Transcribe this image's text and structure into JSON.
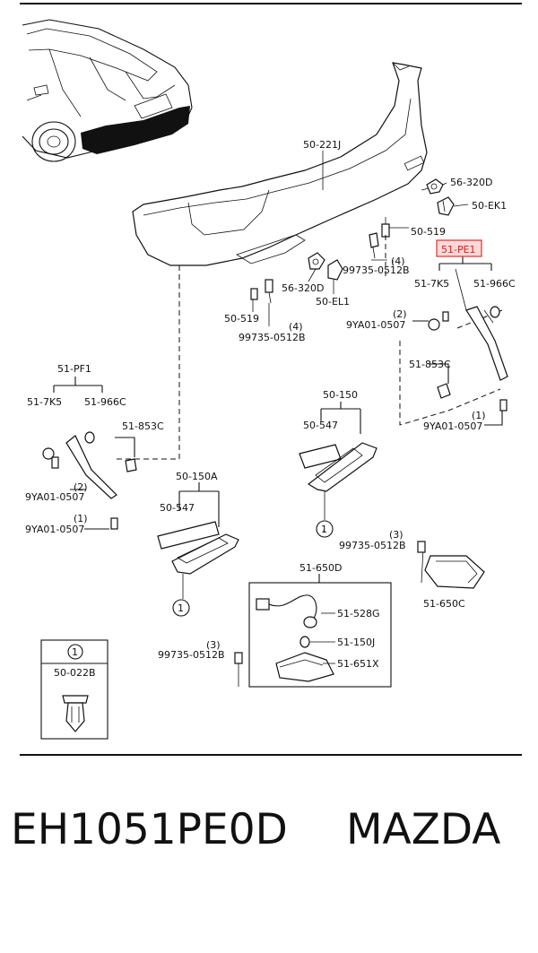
{
  "parts": {
    "bumper": "50-221J",
    "bracket_right_upper": "56-320D",
    "clip_right_upper": "50-EK1",
    "screw_right": "50-519",
    "highlighted": "51-PE1",
    "screw_7k5_right": "51-7K5",
    "cover_966c_right": "51-966C",
    "qty_9ya_right_upper": "(2)",
    "bolt_9ya_right_upper": "9YA01-0507",
    "nut_853c_right": "51-853C",
    "qty_9ya_right_lower": "(1)",
    "bolt_9ya_right_lower": "9YA01-0507",
    "qty_99735_center": "(4)",
    "screw_99735_center": "99735-0512B",
    "bracket_left_upper": "56-320D",
    "clip_left_upper": "50-EL1",
    "screw_left": "50-519",
    "qty_99735_left": "(4)",
    "screw_99735_left": "99735-0512B",
    "left_group_label": "51-PF1",
    "screw_7k5_left": "51-7K5",
    "cover_966c_left": "51-966C",
    "nut_853c_left": "51-853C",
    "qty_9ya_left_upper": "(2)",
    "bolt_9ya_left_upper": "9YA01-0507",
    "qty_9ya_left_lower": "(1)",
    "bolt_9ya_left_lower": "9YA01-0507",
    "bracket_150": "50-150",
    "pad_547_right": "50-547",
    "bracket_150a": "50-150A",
    "pad_547_left": "50-547",
    "qty_99735_lamp_right": "(3)",
    "screw_99735_lamp_right": "99735-0512B",
    "lamp_right": "51-650C",
    "lamp_left_assy": "51-650D",
    "harness": "51-528G",
    "bulb": "51-150J",
    "lamp_left": "51-651X",
    "qty_99735_lamp_left": "(3)",
    "screw_99735_lamp_left": "99735-0512B",
    "callout_symbol": "1",
    "fastener_detail": "50-022B"
  },
  "caption": {
    "part_number": "EH1051PE0D",
    "brand": "MAZDA"
  }
}
